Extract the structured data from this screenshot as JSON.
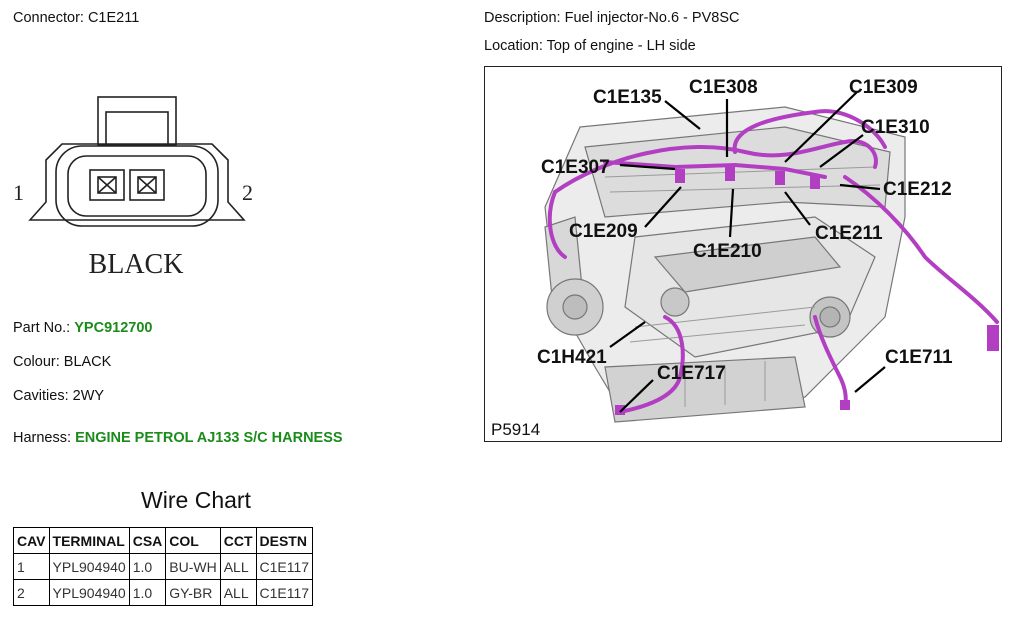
{
  "connector": {
    "label": "Connector: C1E211",
    "pin_left": "1",
    "pin_right": "2",
    "color_text": "BLACK"
  },
  "description": "Description: Fuel injector-No.6 - PV8SC",
  "location": "Location: Top of engine - LH side",
  "part": {
    "label": "Part No.:",
    "value": "YPC912700"
  },
  "colour": "Colour: BLACK",
  "cavities": "Cavities: 2WY",
  "harness": {
    "label": "Harness:",
    "value": "ENGINE PETROL AJ133 S/C HARNESS"
  },
  "image_labels": {
    "c1e135": "C1E135",
    "c1e308": "C1E308",
    "c1e309": "C1E309",
    "c1e310": "C1E310",
    "c1e307": "C1E307",
    "c1e212": "C1E212",
    "c1e209": "C1E209",
    "c1e210": "C1E210",
    "c1e211": "C1E211",
    "c1h421": "C1H421",
    "c1e717": "C1E717",
    "c1e711": "C1E711",
    "ref": "P5914"
  },
  "wire_chart": {
    "title": "Wire Chart",
    "headers": [
      "CAV",
      "TERMINAL",
      "CSA",
      "COL",
      "CCT",
      "DESTN"
    ],
    "rows": [
      [
        "1",
        "YPL904940",
        "1.0",
        "BU-WH",
        "ALL",
        "C1E117"
      ],
      [
        "2",
        "YPL904940",
        "1.0",
        "GY-BR",
        "ALL",
        "C1E117"
      ]
    ]
  },
  "colors": {
    "harness_green": "#1a8c1a",
    "wire_magenta": "#b23fc2"
  }
}
